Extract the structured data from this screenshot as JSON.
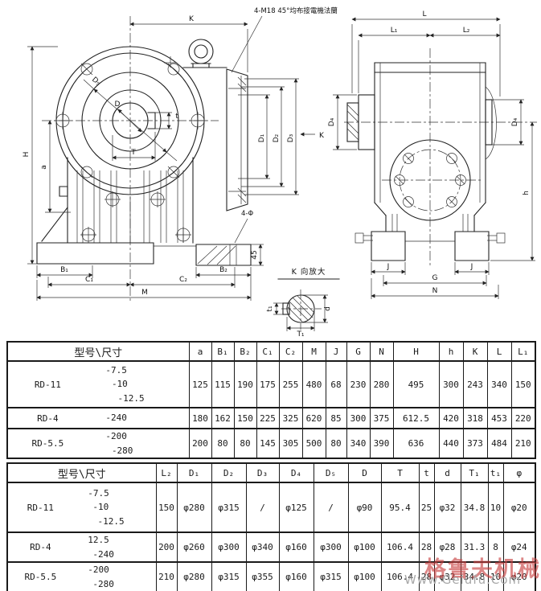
{
  "page": {
    "background": "#ffffff",
    "ink": "#1a1a1a"
  },
  "drawing": {
    "note_flange": "4-M18 45°均布接電機法蘭",
    "front": {
      "K": "K",
      "H": "H",
      "a": "a",
      "D5": "D₅",
      "D": "D",
      "T": "T",
      "t": "t",
      "B1": "B₁",
      "C1": "C₁",
      "C2": "C₂",
      "B2": "B₂",
      "M": "M",
      "dim45": "45",
      "holes_note": "4-Φ",
      "D1": "D₁",
      "D2": "D₂",
      "D3": "D₃",
      "K_view": "K"
    },
    "side": {
      "L": "L",
      "L1": "L₁",
      "L2": "L₂",
      "D4_left": "D₄",
      "D4_right": "D₄",
      "h": "h",
      "J_left": "J",
      "J_right": "J",
      "G": "G",
      "N": "N"
    },
    "detail": {
      "title": "K 向放大",
      "t1": "t₁",
      "T1": "T₁",
      "d": "d"
    }
  },
  "table1": {
    "header": [
      "型号\\尺寸",
      "a",
      "B₁",
      "B₂",
      "C₁",
      "C₂",
      "M",
      "J",
      "G",
      "N",
      "H",
      "h",
      "K",
      "L",
      "L₁"
    ],
    "rows": [
      {
        "model": "RD-11",
        "ratios": [
          "-7.5",
          "-10",
          "-12.5"
        ],
        "values": [
          "125",
          "115",
          "190",
          "175",
          "255",
          "480",
          "68",
          "230",
          "280",
          "495",
          "300",
          "243",
          "340",
          "150"
        ]
      },
      {
        "model": "RD-4",
        "ratios": [
          "-240"
        ],
        "values": [
          "180",
          "162",
          "150",
          "225",
          "325",
          "620",
          "85",
          "300",
          "375",
          "612.5",
          "420",
          "318",
          "453",
          "220"
        ]
      },
      {
        "model": "RD-5.5",
        "ratios": [
          "-200",
          "-280"
        ],
        "values": [
          "200",
          "80",
          "80",
          "145",
          "305",
          "500",
          "80",
          "340",
          "390",
          "636",
          "440",
          "373",
          "484",
          "210"
        ]
      }
    ]
  },
  "table2": {
    "header": [
      "型号\\尺寸",
      "L₂",
      "D₁",
      "D₂",
      "D₃",
      "D₄",
      "D₅",
      "D",
      "T",
      "t",
      "d",
      "T₁",
      "t₁",
      "φ"
    ],
    "rows": [
      {
        "model": "RD-11",
        "ratios": [
          "-7.5",
          "-10",
          "-12.5"
        ],
        "values": [
          "150",
          "φ280",
          "φ315",
          "/",
          "φ125",
          "/",
          "φ90",
          "95.4",
          "25",
          "φ32",
          "34.8",
          "10",
          "φ20"
        ]
      },
      {
        "model": "RD-4",
        "ratios": [
          "12.5",
          "-240"
        ],
        "values": [
          "200",
          "φ260",
          "φ300",
          "φ340",
          "φ160",
          "φ300",
          "φ100",
          "106.4",
          "28",
          "φ28",
          "31.3",
          "8",
          "φ24"
        ]
      },
      {
        "model": "RD-5.5",
        "ratios": [
          "-200",
          "-280"
        ],
        "values": [
          "210",
          "φ280",
          "φ315",
          "φ355",
          "φ160",
          "φ315",
          "φ100",
          "106.4",
          "28",
          "φ32",
          "34.8",
          "10",
          "φ20"
        ]
      }
    ]
  },
  "watermark": {
    "site": "Www.Gelufu.Com",
    "stamp": "格鲁夫机械",
    "stamp_color": "#c83c3c",
    "site_color": "#a9a9a9"
  }
}
